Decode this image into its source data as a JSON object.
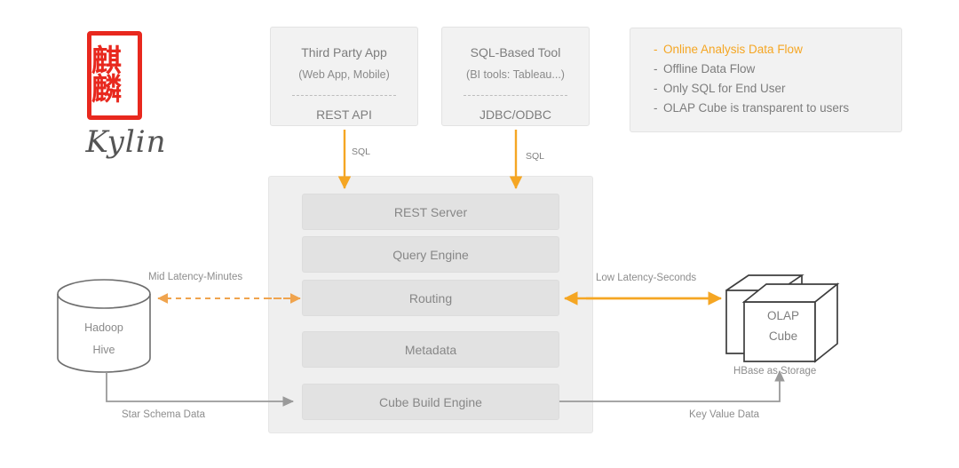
{
  "logo": {
    "seal_chars": "麒麟",
    "wordmark": "Kylin",
    "seal_color": "#e8281e"
  },
  "clients": [
    {
      "name": "third-party-app",
      "title": "Third Party App",
      "subtitle": "(Web App, Mobile)",
      "interface": "REST API"
    },
    {
      "name": "sql-based-tool",
      "title": "SQL-Based Tool",
      "subtitle": "(BI tools: Tableau...)",
      "interface": "JDBC/ODBC"
    }
  ],
  "legend": {
    "bullet": "-",
    "items": [
      {
        "text": "Online Analysis Data Flow",
        "highlight": true
      },
      {
        "text": "Offline Data Flow",
        "highlight": false
      },
      {
        "text": "Only SQL for End User",
        "highlight": false
      },
      {
        "text": "OLAP Cube is transparent to users",
        "highlight": false
      }
    ]
  },
  "server": {
    "layers": [
      "REST Server",
      "Query Engine",
      "Routing",
      "Metadata",
      "Cube Build Engine"
    ]
  },
  "source": {
    "line1": "Hadoop",
    "line2": "Hive"
  },
  "storage": {
    "line1": "OLAP",
    "line2": "Cube",
    "caption": "HBase as Storage"
  },
  "edges": {
    "sql_left": "SQL",
    "sql_right": "SQL",
    "mid_latency": "Mid Latency-Minutes",
    "low_latency": "Low Latency-Seconds",
    "star_schema": "Star Schema Data",
    "key_value": "Key Value Data"
  },
  "colors": {
    "accent_orange": "#f5a623",
    "panel_gray": "#efefef",
    "box_gray": "#e2e2e2",
    "line_gray": "#9a9a9a",
    "text_gray": "#7d7d7d"
  }
}
